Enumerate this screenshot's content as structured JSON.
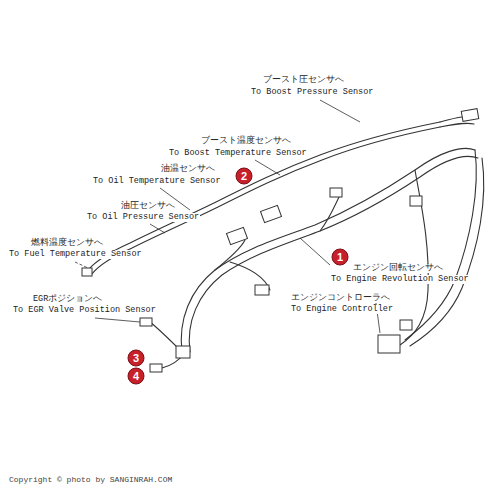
{
  "diagram": {
    "labels": [
      "ブースト圧センサへ",
      "To Boost Pressure Sensor",
      "ブースト温度センサへ",
      "To Boost Temperature Sensor",
      "油温センサへ",
      "To Oil Temperature Sensor",
      "油圧センサへ",
      "To Oil Pressure Sensor",
      "燃料温度センサへ",
      "To Fuel Temperature Sensor",
      "EGRポジションへ",
      "To EGR Valve Position Sensor",
      "エンジン回転センサへ",
      "To Engine Revolution Sensor",
      "エンジンコントローラへ",
      "To Engine Controller",
      "1",
      "2",
      "3",
      "4",
      "Copyright © photo by SANGINRAH.COM"
    ]
  }
}
